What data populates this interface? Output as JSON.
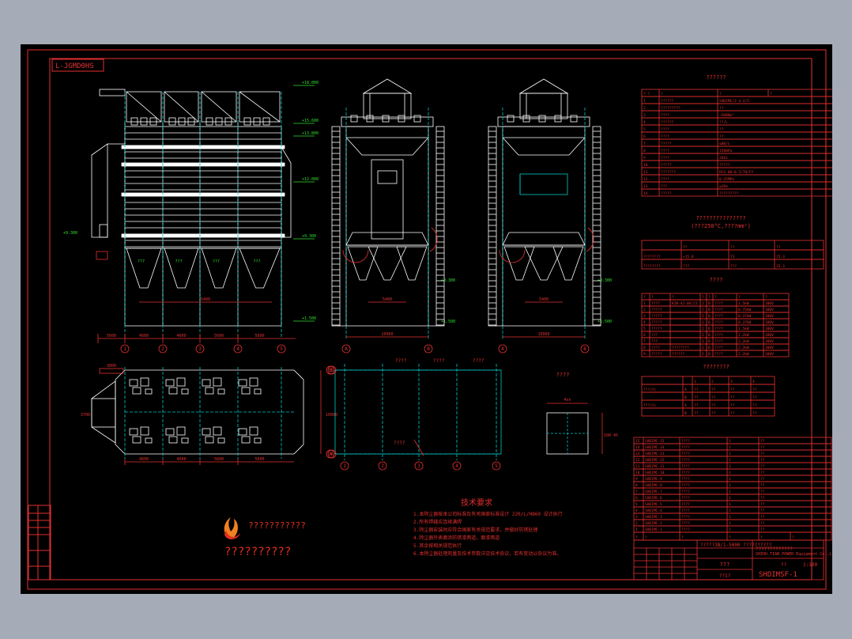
{
  "drawing": {
    "frame_tag": "L-JGMD0HS",
    "elevations": {
      "front_levels": [
        "+18.000",
        "+15.600",
        "+13.800",
        "+12.000",
        "+9.300",
        "+1.500"
      ],
      "front_dims": [
        "5600",
        "4600",
        "4600",
        "5600",
        "5600"
      ],
      "axis_labels": [
        "1",
        "2",
        "3",
        "4",
        "5"
      ],
      "side_axis_labels": [
        "A",
        "B"
      ],
      "side_dims": [
        "10960",
        "10960"
      ],
      "hopper_label": "???",
      "inner_dim": "5400"
    },
    "plan": {
      "dims_bottom": [
        "4600",
        "4600",
        "5600",
        "5600"
      ],
      "dims_side": [
        "10960"
      ],
      "label_a": "3000",
      "label_b": "3700",
      "row_labels": [
        "A",
        "B"
      ]
    },
    "foundation": {
      "labels": [
        "????",
        "????",
        "????"
      ],
      "bottom_label": "????",
      "axis_labels": [
        "1",
        "2",
        "3",
        "4",
        "5"
      ],
      "row_labels": [
        "B",
        "A"
      ]
    },
    "detail": {
      "title": "????",
      "dim_top": "4xn",
      "dim_side": "100 45"
    },
    "logo": {
      "company": "???????????",
      "tagline": "??????????"
    },
    "notes": {
      "title": "技术要求",
      "lines": [
        "1.本除尘器按本公司标准及有关国家标准设计 220/L/H860 设计执行",
        "2.所有焊缝应连续满焊",
        "3.除尘器安装时应符合国家有关规范要求，并做好防锈处理",
        "4.除尘器外表面涂防锈漆两道，面漆两道",
        "5.其余按相关规范执行",
        "6.本除尘器处理风量及技术参数详见技术协议，若有变动以协议为准。"
      ]
    }
  },
  "tables": {
    "params": {
      "title": "??????",
      "header": [
        "? ?",
        "?",
        "?",
        "?"
      ],
      "rows": [
        [
          "1",
          "??????",
          "SHDIMC/2-4-2/5"
        ],
        [
          "2",
          "?????????",
          "??"
        ],
        [
          "3",
          "????",
          "~5000m³"
        ],
        [
          "4",
          "??????",
          "??/L"
        ],
        [
          "5",
          "????",
          "??"
        ],
        [
          "6",
          "????",
          "??"
        ],
        [
          "7",
          "?????",
          "≤80/L"
        ],
        [
          "8",
          "????",
          "1500Pa"
        ],
        [
          "9",
          "????",
          "2661"
        ],
        [
          "10",
          "?????",
          "?????"
        ],
        [
          "11",
          "???????",
          "RCS-80~0.5/70/FY"
        ],
        [
          "12",
          "????",
          "0.25MPa"
        ],
        [
          "13",
          "???",
          "≥20%"
        ],
        [
          "14",
          "?????",
          "?????????"
        ]
      ]
    },
    "thermal": {
      "title": "???????????????",
      "subtitle": "(???250°C,????mm²)",
      "header": [
        "",
        "??",
        "??",
        "??"
      ],
      "rows": [
        [
          "????????",
          "+15.8",
          "73",
          "15.3"
        ],
        [
          "????????",
          "???",
          "???",
          "15.3"
        ]
      ]
    },
    "equipment": {
      "title": "????",
      "header": [
        "?",
        "?",
        "?",
        "?",
        "?",
        "?",
        "?",
        "?"
      ],
      "rows": [
        [
          "1",
          "????",
          "KIN-AJ-8A/21",
          "2",
          "B",
          "????",
          "1.5kW",
          "380V"
        ],
        [
          "2",
          "?????",
          "",
          "2",
          "B",
          "????",
          "0.75kW",
          "380V"
        ],
        [
          "3",
          "?????",
          "",
          "2",
          "B",
          "????",
          "0.37kW",
          "380V"
        ],
        [
          "4",
          "?????",
          "",
          "2",
          "B",
          "????",
          "0.37kW",
          "380V"
        ],
        [
          "5",
          "?????",
          "",
          "2",
          "B",
          "????",
          "1.5kW",
          "380V"
        ],
        [
          "6",
          "???",
          "",
          "2",
          "B",
          "????",
          "2.2kW",
          "380V"
        ],
        [
          "7",
          "???",
          "",
          "1",
          "B",
          "????",
          "2.2kW",
          "380V"
        ],
        [
          "8",
          "????",
          "????????",
          "2",
          "B",
          "????",
          "2.2kW",
          "380V"
        ],
        [
          "9",
          "?????",
          "??????",
          "2",
          "B",
          "????",
          "2.2kW",
          "380V"
        ]
      ]
    },
    "loads": {
      "title": "????????",
      "header": [
        "",
        "",
        "1",
        "2",
        "3",
        "4"
      ],
      "rows": [
        [
          "???(t)",
          "A",
          "??",
          "??",
          "??",
          "??"
        ],
        [
          "",
          "B",
          "??",
          "??",
          "??",
          "??"
        ],
        [
          "???(t)",
          "A",
          "??",
          "??",
          "??",
          "??"
        ],
        [
          "",
          "B",
          "??",
          "??",
          "??",
          "??"
        ]
      ]
    },
    "parts_list": {
      "rows": [
        [
          "15",
          "SHDIMC-15",
          "????",
          "1",
          "??"
        ],
        [
          "14",
          "SHDIMC-14",
          "????",
          "1",
          "??"
        ],
        [
          "13",
          "SHDIMC-13",
          "????",
          "1",
          "??"
        ],
        [
          "12",
          "SHDIMC-12",
          "????",
          "1",
          "??"
        ],
        [
          "11",
          "SHDIMC-11",
          "????",
          "1",
          "??"
        ],
        [
          "10",
          "SHDIMC-10",
          "????",
          "1",
          "??"
        ],
        [
          "9",
          "SHDIMC-9",
          "????",
          "1",
          "??"
        ],
        [
          "8",
          "SHDIMC-8",
          "????",
          "1",
          "??"
        ],
        [
          "7",
          "SHDIMC-7",
          "????",
          "1",
          "??"
        ],
        [
          "6",
          "SHDIMC-6",
          "????",
          "1",
          "??"
        ],
        [
          "5",
          "SHDIMC-5",
          "????",
          "1",
          "??"
        ],
        [
          "4",
          "SHDIMC-4",
          "????",
          "1",
          "??"
        ],
        [
          "3",
          "SHDIMC-3",
          "????",
          "1",
          "??"
        ],
        [
          "2",
          "SHDIMC-2",
          "????",
          "1",
          "??"
        ],
        [
          "1",
          "SHDIMC-1",
          "????",
          "1",
          "??"
        ]
      ],
      "footer": [
        "?",
        "?",
        "?",
        "?",
        "?",
        "?"
      ]
    }
  },
  "title_block": {
    "project": "?????JB/1-5000 ??????????",
    "company": "?????????????",
    "company_en": "SHIHU TIAN POWER Equipment Co.,Ltd",
    "drawing_name": "???",
    "scale": "1:100",
    "material": "??",
    "drawing_no": "SHDIMSF-1",
    "sheet": "??1?"
  },
  "colors": {
    "background": "#a5acb7",
    "sheet": "#000000",
    "frame_red": "#e53030",
    "structure_white": "#ffffff",
    "center_cyan": "#00c8c8",
    "level_green": "#30e030",
    "logo_red": "#e03020",
    "logo_orange": "#f08020"
  }
}
